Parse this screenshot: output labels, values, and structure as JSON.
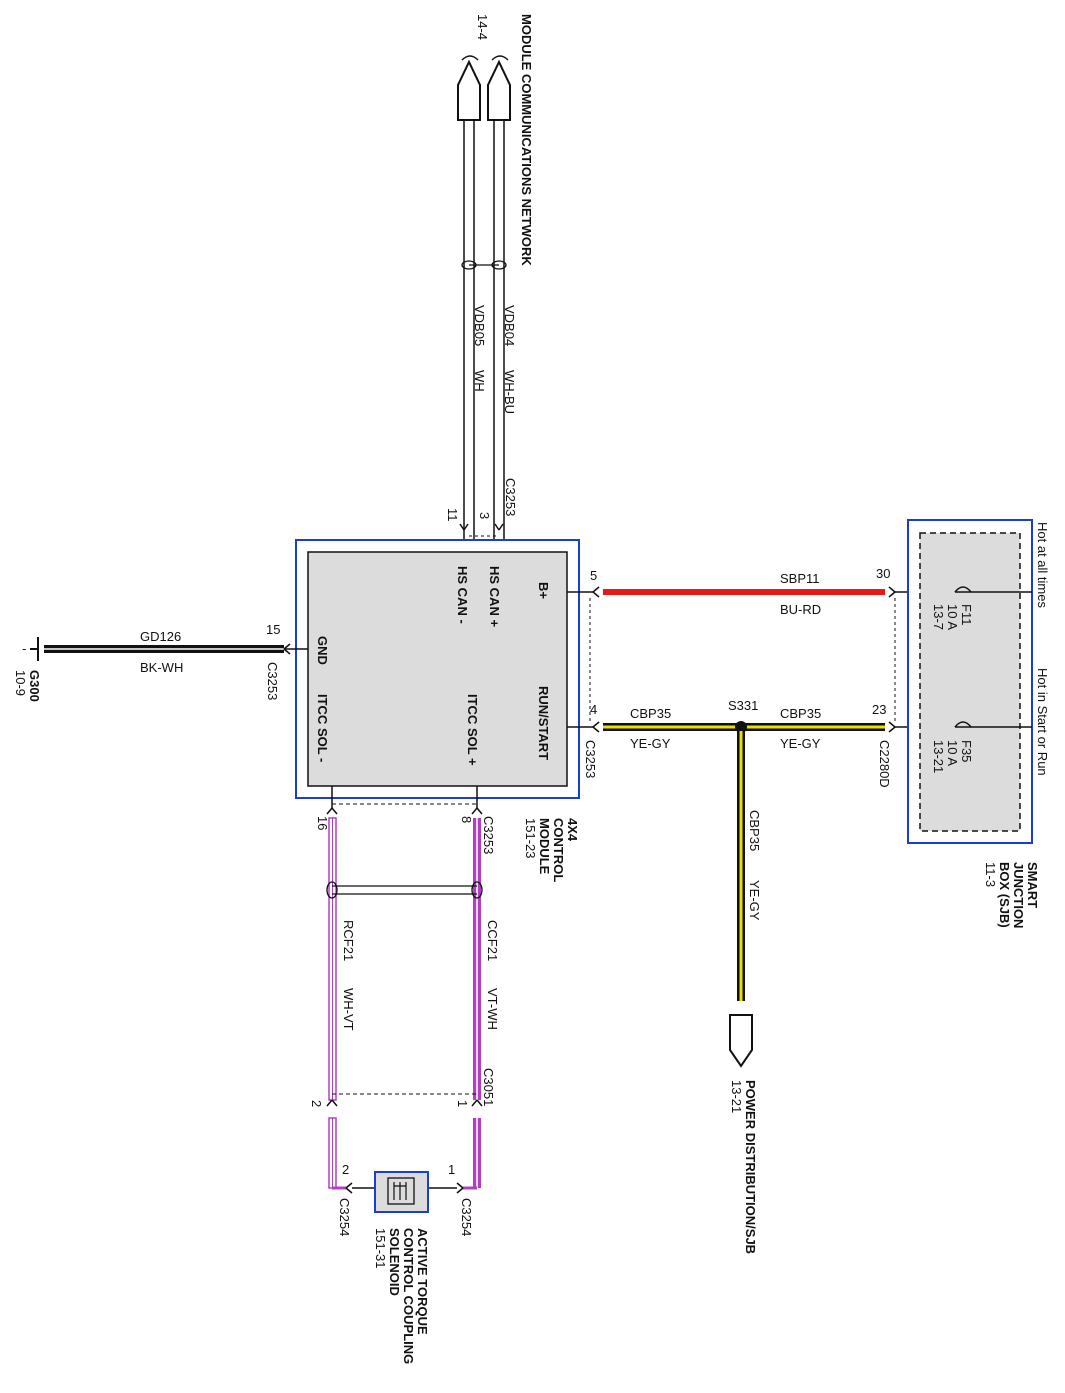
{
  "colors": {
    "red_wire": "#e81818",
    "yellow_wire": "#e8e000",
    "violet_wire": "#b040c0",
    "frame_blue": "#1a3fd0",
    "module_fill": "#dcdcdc",
    "black": "#111111"
  },
  "module_comm": {
    "ref": "14-4",
    "title": "MODULE COMMUNICATIONS NETWORK",
    "wire_a": "VDB04",
    "wire_a_color": "WH-BU",
    "wire_b": "VDB05",
    "wire_b_color": "WH"
  },
  "module": {
    "connector": "C3253",
    "pin_can_plus": "3",
    "pin_can_minus": "11",
    "pin_bplus": "5",
    "pin_run": "4",
    "pin_gnd": "15",
    "pin_sol_plus": "8",
    "pin_sol_minus": "16",
    "label_bplus": "B+",
    "label_can_plus": "HS CAN +",
    "label_can_minus": "HS CAN -",
    "label_run": "RUN/START",
    "label_gnd": "GND",
    "label_sol_plus": "ITCC SOL +",
    "label_sol_minus": "ITCC SOL -",
    "name_line1": "4X4",
    "name_line2": "CONTROL",
    "name_line3": "MODULE",
    "name_ref": "151-23"
  },
  "ground": {
    "wire": "GD126",
    "wire_color": "BK-WH",
    "ground_id": "G300",
    "ground_ref": "10-9"
  },
  "power": {
    "wire_b": "SBP11",
    "wire_b_color": "BU-RD",
    "wire_run": "CBP35",
    "wire_run_color": "YE-GY",
    "splice": "S331",
    "dist_label": "POWER DISTRIBUTION/SJB",
    "dist_ref": "13-21"
  },
  "sjb": {
    "hot_all": "Hot at all times",
    "hot_run": "Hot in Start or Run",
    "pin_30": "30",
    "pin_23": "23",
    "connector": "C2280D",
    "fuse1": "F11",
    "fuse1_amp": "10 A",
    "fuse1_ref": "13-7",
    "fuse2": "F35",
    "fuse2_amp": "10 A",
    "fuse2_ref": "13-21",
    "name_line1": "SMART",
    "name_line2": "JUNCTION",
    "name_line3": "BOX (SJB)",
    "name_ref": "11-3"
  },
  "solenoid_circuit": {
    "wire_plus": "CCF21",
    "wire_plus_color": "VT-WH",
    "wire_minus": "RCF21",
    "wire_minus_color": "WH-VT",
    "inline_connector": "C3051",
    "pin_1": "1",
    "pin_2": "2",
    "sol_connector": "C3254",
    "sol_name1": "ACTIVE TORQUE",
    "sol_name2": "CONTROL COUPLING",
    "sol_name3": "SOLENOID",
    "sol_ref": "151-31"
  }
}
